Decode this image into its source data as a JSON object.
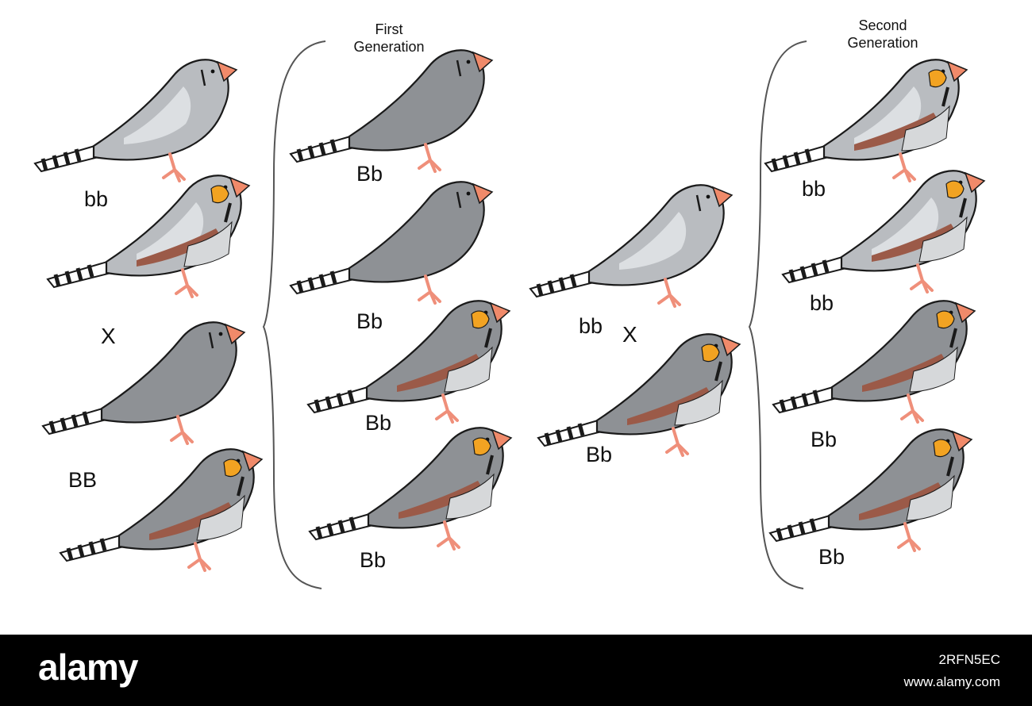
{
  "generations": {
    "first": {
      "line1": "First",
      "line2": "Generation"
    },
    "second": {
      "line1": "Second",
      "line2": "Generation"
    }
  },
  "parents": {
    "top_genotype": "bb",
    "cross_symbol": "X",
    "bottom_genotype": "BB"
  },
  "first_gen": {
    "labels": [
      "Bb",
      "Bb",
      "Bb",
      "Bb"
    ]
  },
  "f1_cross": {
    "left_genotype": "bb",
    "cross_symbol": "X",
    "right_genotype": "Bb"
  },
  "second_gen": {
    "labels": [
      "bb",
      "bb",
      "Bb",
      "Bb"
    ]
  },
  "birds": [
    {
      "type": "light-female"
    },
    {
      "type": "light-male"
    },
    {
      "type": "gray-female"
    },
    {
      "type": "gray-male"
    },
    {
      "type": "gray-female"
    },
    {
      "type": "gray-female"
    },
    {
      "type": "gray-male"
    },
    {
      "type": "gray-male"
    },
    {
      "type": "light-female"
    },
    {
      "type": "gray-male"
    },
    {
      "type": "light-male"
    },
    {
      "type": "light-male"
    },
    {
      "type": "gray-male"
    },
    {
      "type": "gray-male"
    }
  ],
  "colors": {
    "light_body": "#b9bcc0",
    "light_patch": "#dcdfe2",
    "gray_body": "#8e9195",
    "beak": "#f08a6a",
    "cheek": "#f2a322",
    "flank": "#9b5a48",
    "chest": "#d6d8da",
    "outline": "#1a1a1a"
  },
  "footer": {
    "logo": "alamy",
    "image_id": "2RFN5EC",
    "site": "www.alamy.com"
  }
}
